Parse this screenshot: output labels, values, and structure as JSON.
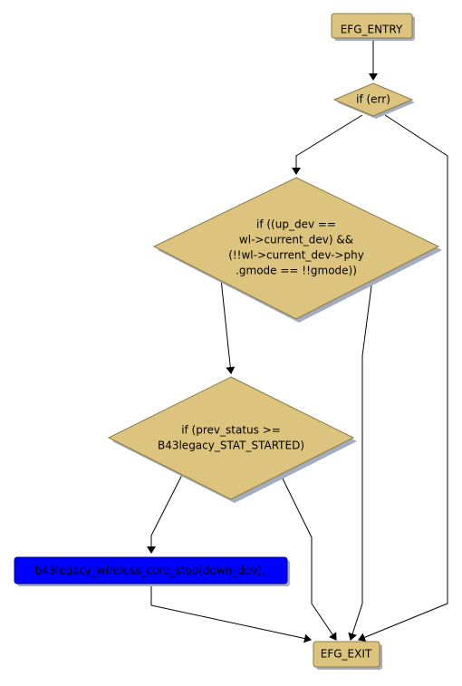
{
  "colors": {
    "node_fill": "#dcc47e",
    "node_stroke": "#8a7a43",
    "action_fill": "#0000ff",
    "shadow": "#a3acc0",
    "edge": "#000000",
    "background": "#ffffff"
  },
  "nodes": {
    "entry": {
      "label": "EFG_ENTRY"
    },
    "cond_err": {
      "label": "if (err)"
    },
    "cond_dev": {
      "lines": [
        "if ((up_dev ==",
        "wl->current_dev) &&",
        "(!!wl->current_dev->phy",
        ".gmode == !!gmode))"
      ]
    },
    "cond_status": {
      "lines": [
        "if (prev_status >=",
        "B43legacy_STAT_STARTED)"
      ]
    },
    "action_stop": {
      "label": "b43legacy_wireless_core_stop(down_dev);"
    },
    "exit": {
      "label": "EFG_EXIT"
    }
  }
}
